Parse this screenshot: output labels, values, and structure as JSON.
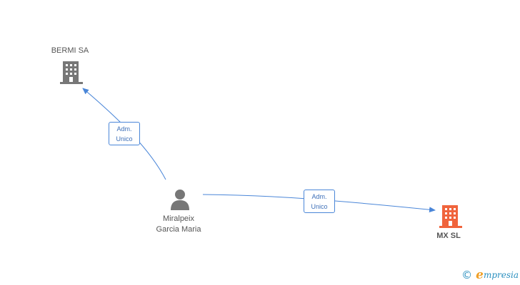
{
  "nodes": {
    "bermi": {
      "label": "BERMI SA",
      "color": "#777777"
    },
    "person": {
      "line1": "Miralpeix",
      "line2": "Garcia Maria",
      "color": "#777777"
    },
    "mx": {
      "label": "MX SL",
      "color": "#f0643c"
    }
  },
  "edges": {
    "to_bermi": {
      "line1": "Adm.",
      "line2": "Unico"
    },
    "to_mx": {
      "line1": "Adm.",
      "line2": "Unico"
    }
  },
  "colors": {
    "edge": "#4a86d8",
    "edge_label_text": "#3d6fb8"
  },
  "footer": {
    "copyright_symbol": "©",
    "brand_initial": "e",
    "brand_rest": "mpresia"
  },
  "icons": {
    "building": "building-icon",
    "person": "person-icon",
    "copyright": "copyright-icon"
  }
}
